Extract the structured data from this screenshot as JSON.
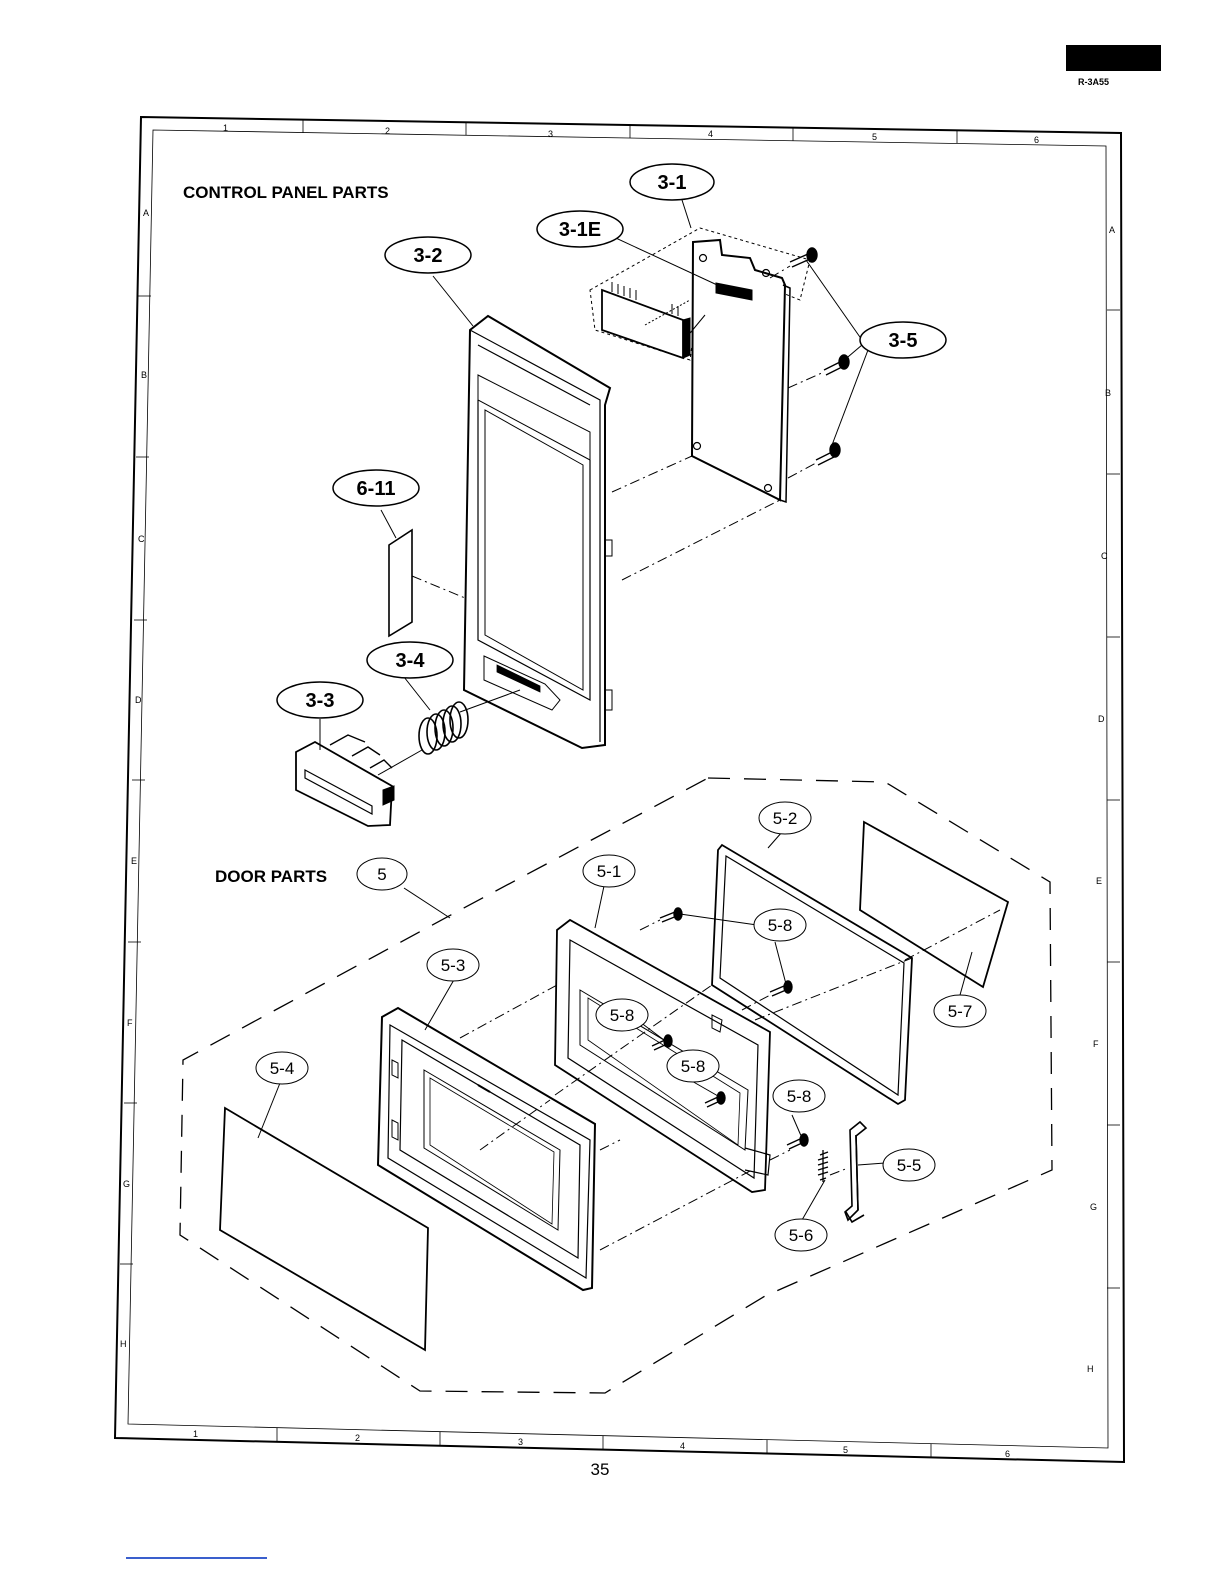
{
  "header": {
    "model": "R-3A55"
  },
  "page_number": "35",
  "frame": {
    "top_columns": [
      "1",
      "2",
      "3",
      "4",
      "5",
      "6"
    ],
    "bottom_columns": [
      "1",
      "2",
      "3",
      "4",
      "5",
      "6"
    ],
    "left_rows": [
      "A",
      "B",
      "C",
      "D",
      "E",
      "F",
      "G",
      "H"
    ],
    "right_rows": [
      "A",
      "B",
      "C",
      "D",
      "E",
      "F",
      "G",
      "H"
    ]
  },
  "sections": {
    "control_panel": "CONTROL PANEL PARTS",
    "door": "DOOR PARTS"
  },
  "callouts": {
    "p3_1": "3-1",
    "p3_1e": "3-1E",
    "p3_2": "3-2",
    "p3_3": "3-3",
    "p3_4": "3-4",
    "p3_5": "3-5",
    "p6_11": "6-11",
    "p5": "5",
    "p5_1": "5-1",
    "p5_2": "5-2",
    "p5_3": "5-3",
    "p5_4": "5-4",
    "p5_5": "5-5",
    "p5_6": "5-6",
    "p5_7": "5-7",
    "p5_8": "5-8"
  }
}
